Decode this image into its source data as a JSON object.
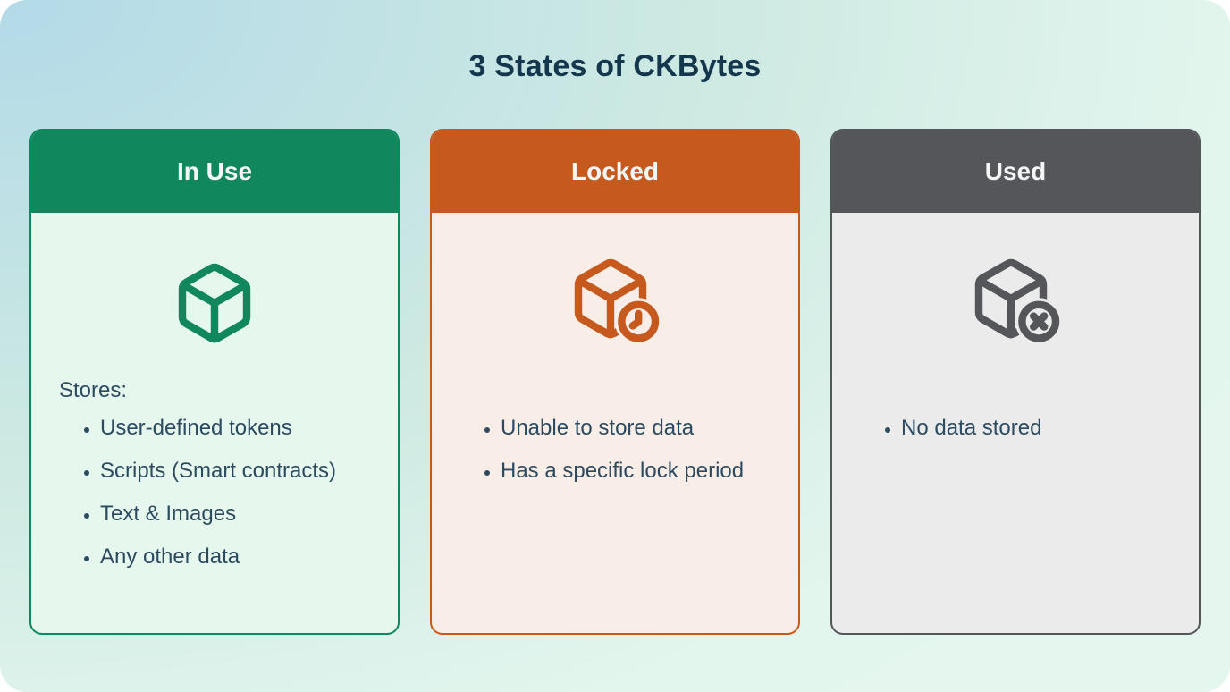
{
  "title": "3 States of CKBytes",
  "colors": {
    "title_text": "#14374e",
    "body_text": "#2d4b60",
    "background_gradient_start": "#b3dae8",
    "background_gradient_end": "#e5f7ef",
    "in_use_accent": "#10875d",
    "in_use_body_bg": "#e6f7ee",
    "locked_accent": "#c65a1e",
    "locked_body_bg": "#f9ede7",
    "used_accent": "#54565a",
    "used_body_bg": "#ebebeb",
    "header_text": "#f3f7f7"
  },
  "cards": [
    {
      "header": "In Use",
      "icon": "cube-icon",
      "lead": "Stores:",
      "bullets": [
        "User-defined tokens",
        "Scripts (Smart contracts)",
        "Text & Images",
        "Any other data"
      ]
    },
    {
      "header": "Locked",
      "icon": "cube-clock-icon",
      "bullets": [
        "Unable to store data",
        "Has a specific lock period"
      ]
    },
    {
      "header": "Used",
      "icon": "cube-x-icon",
      "bullets": [
        "No data stored"
      ]
    }
  ]
}
